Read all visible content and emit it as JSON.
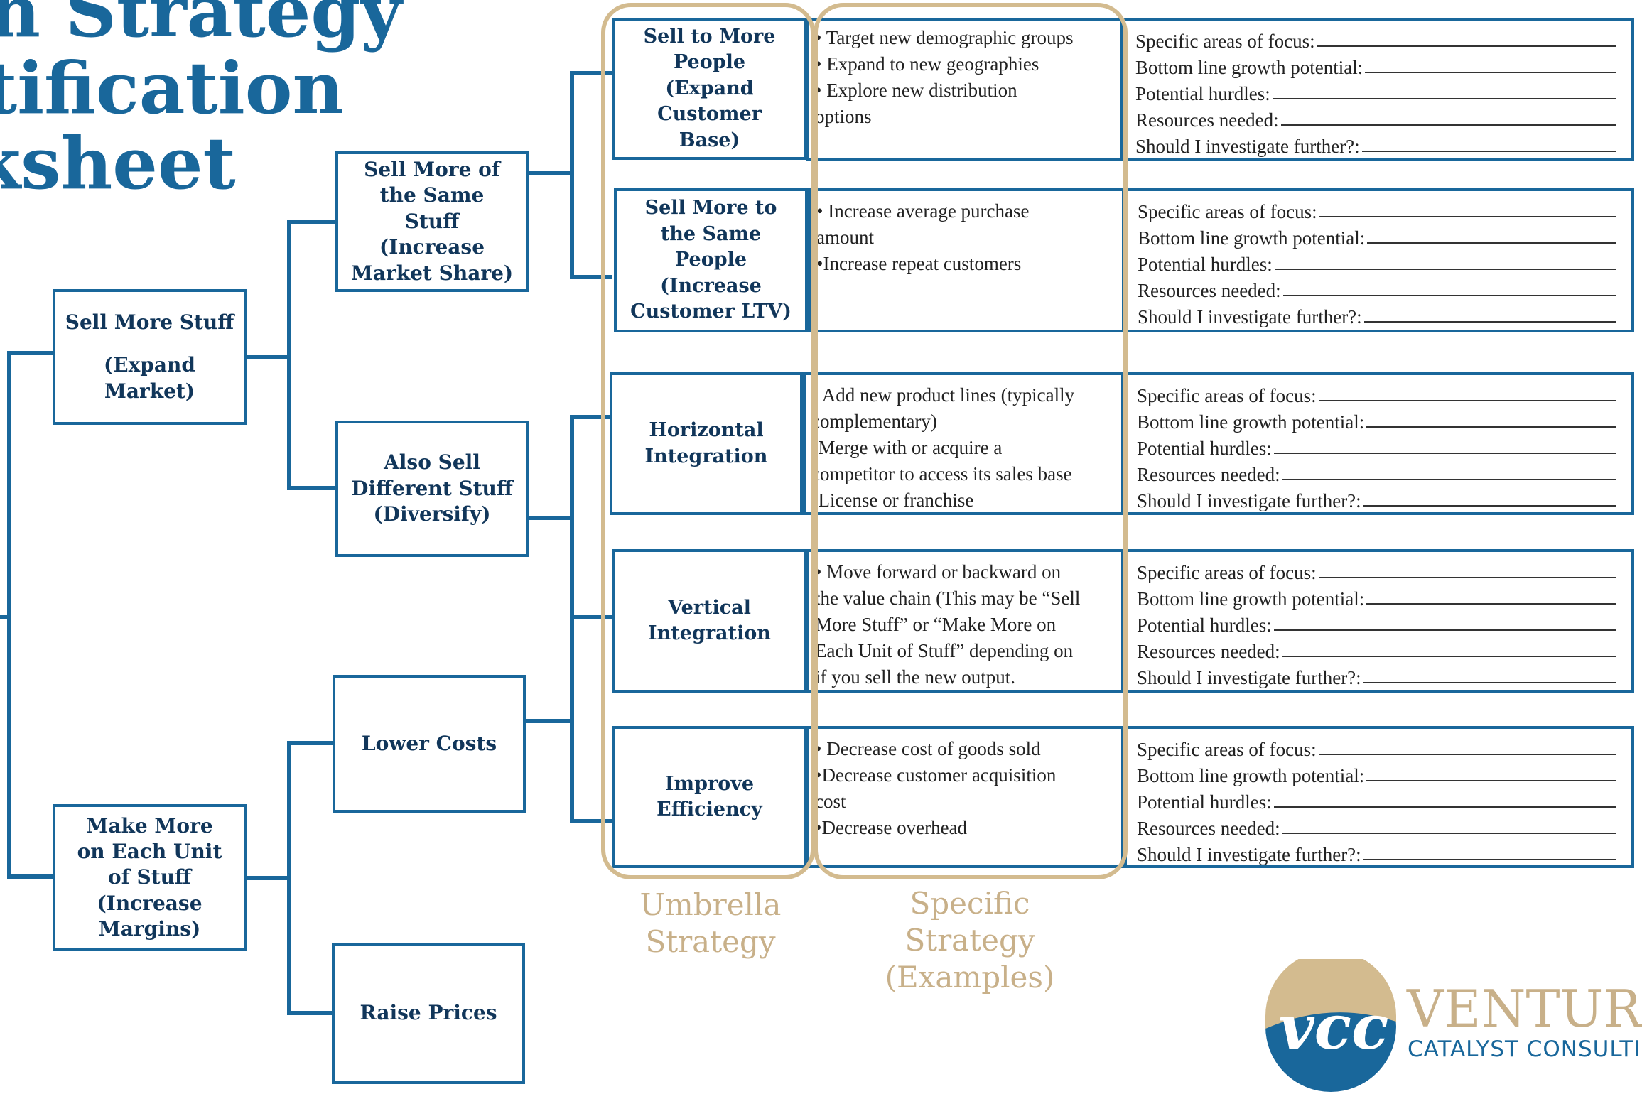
{
  "title": {
    "line1": "th Strategy",
    "line2": "tification",
    "line3": "ksheet"
  },
  "level1": {
    "sell_more_stuff": {
      "line1": "Sell More Stuff",
      "line2": "(Expand Market)"
    },
    "make_more": "Make More on Each Unit of Stuff (Increase Margins)"
  },
  "level2": {
    "same_stuff": "Sell More of the Same Stuff (Increase Market Share)",
    "different_stuff": "Also Sell Different Stuff (Diversify)",
    "lower_costs": "Lower Costs",
    "raise_prices": "Raise Prices"
  },
  "umbrella": [
    {
      "label": "Sell to More People (Expand Customer Base)"
    },
    {
      "label": "Sell More to the Same People (Increase Customer LTV)"
    },
    {
      "label": "Horizontal Integration"
    },
    {
      "label": "Vertical Integration"
    },
    {
      "label": "Improve Efficiency"
    }
  ],
  "specific": [
    {
      "lines": [
        "• Target new demographic groups",
        "• Expand to new geographies",
        "• Explore new distribution",
        "options"
      ]
    },
    {
      "lines": [
        " • Increase average purchase",
        "amount",
        "•Increase repeat customers"
      ]
    },
    {
      "lines": [
        "• Add new product lines (typically",
        "complementary)",
        "•Merge with or acquire a",
        "competitor to access its sales base",
        "•License or franchise"
      ]
    },
    {
      "lines": [
        "• Move forward or backward on",
        "the value chain (This may be “Sell",
        "More Stuff” or “Make More on",
        "Each Unit of Stuff” depending on",
        "if you sell the new output."
      ]
    },
    {
      "lines": [
        " • Decrease cost of goods sold",
        "•Decrease customer acquisition",
        "cost",
        "•Decrease overhead"
      ]
    }
  ],
  "fields": {
    "focus": "Specific areas of focus: ",
    "growth": "Bottom line growth potential:",
    "hurdles": "Potential hurdles:",
    "resources": "Resources needed:",
    "investigate": "Should I investigate further?:"
  },
  "captions": {
    "umbrella": "Umbrella Strategy",
    "specific": "Specific Strategy (Examples)"
  },
  "logo": {
    "initials": "vcc",
    "name": "VENTURE",
    "subtitle": "CATALYST CONSULTING"
  },
  "colors": {
    "primary_blue": "#19679b",
    "dark_navy": "#11365a",
    "tan": "#d3bb8f"
  }
}
